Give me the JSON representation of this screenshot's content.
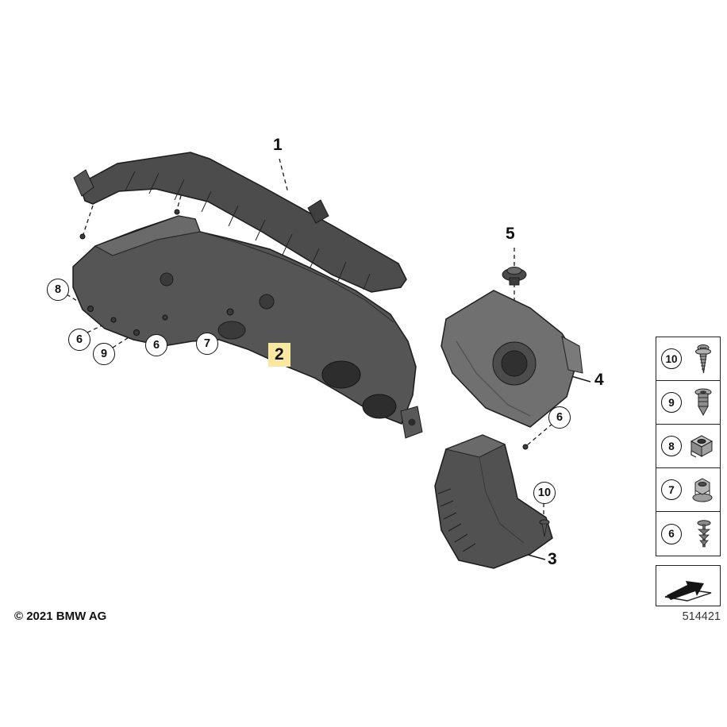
{
  "page": {
    "copyright": "© 2021 BMW AG",
    "diagram_number": "514421"
  },
  "colors": {
    "highlight": "#f9e8a0",
    "part_dark": "#4c4c4c",
    "part_mid": "#555555",
    "part_light": "#707070"
  },
  "callouts": [
    {
      "label": "1"
    },
    {
      "label": "2"
    },
    {
      "label": "3"
    },
    {
      "label": "4"
    },
    {
      "label": "5"
    },
    {
      "label": "6"
    },
    {
      "label": "6"
    },
    {
      "label": "6"
    },
    {
      "label": "7"
    },
    {
      "label": "8"
    },
    {
      "label": "9"
    },
    {
      "label": "10"
    }
  ],
  "legend": {
    "items": [
      {
        "label": "10",
        "icon": "screw-icon"
      },
      {
        "label": "9",
        "icon": "expanding-nut-icon"
      },
      {
        "label": "8",
        "icon": "cage-nut-icon"
      },
      {
        "label": "7",
        "icon": "hex-nut-icon"
      },
      {
        "label": "6",
        "icon": "push-clip-icon"
      }
    ]
  }
}
